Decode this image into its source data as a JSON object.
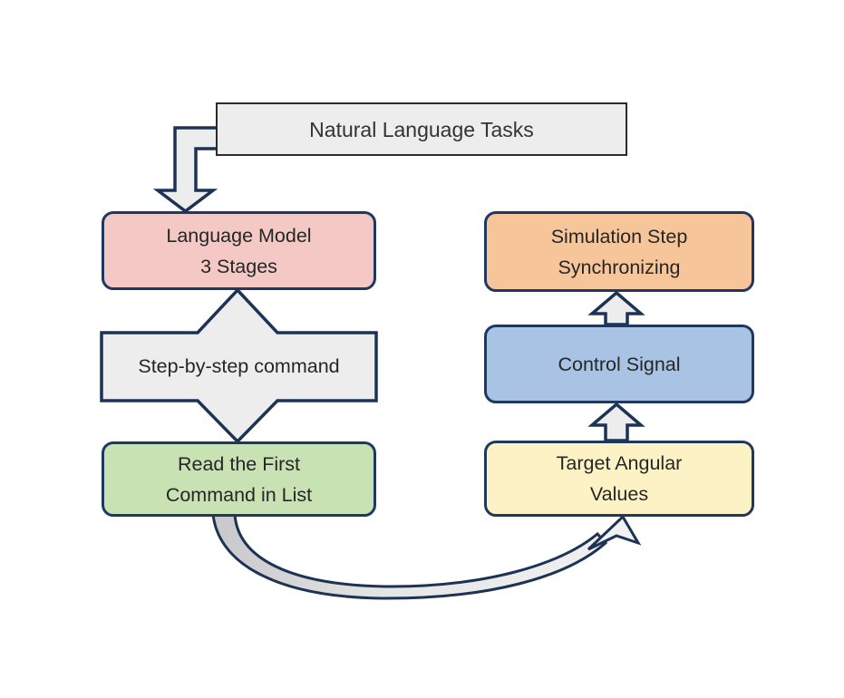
{
  "diagram": {
    "nodes": {
      "natural_language_tasks": {
        "label": "Natural Language Tasks",
        "fill": "#ededed",
        "border": "#2b2b2b"
      },
      "language_model": {
        "lines": [
          "Language Model",
          "3 Stages"
        ],
        "fill": "#f3c8c5",
        "border": "#1e3860"
      },
      "step_by_step": {
        "label": "Step-by-step command",
        "fill": "#ededed",
        "border": "#1d3356"
      },
      "read_first_command": {
        "lines": [
          "Read the First",
          "Command in List"
        ],
        "fill": "#c9e2b4",
        "border": "#1e3860"
      },
      "simulation_step": {
        "lines": [
          "Simulation Step",
          "Synchronizing"
        ],
        "fill": "#f7c59a",
        "border": "#1e3860"
      },
      "control_signal": {
        "label": "Control Signal",
        "fill": "#a9c3e4",
        "border": "#1e3860"
      },
      "target_angular": {
        "lines": [
          "Target Angular",
          "Values"
        ],
        "fill": "#fdf2c5",
        "border": "#1e3860"
      }
    },
    "arrows": [
      {
        "name": "elbow-arrow-down"
      },
      {
        "name": "bidirectional-arrow-through-step-box"
      },
      {
        "name": "up-arrow-target-to-control"
      },
      {
        "name": "up-arrow-control-to-simulation"
      },
      {
        "name": "curved-swoosh-arrow-left-to-right"
      }
    ],
    "colors": {
      "arrow_fill": "#ededed",
      "arrow_stroke": "#1d3356",
      "ribbon_start": "#c8c8cb",
      "ribbon_end": "#f0f0f0",
      "head_fill": "#f1f1f1",
      "background": "#ffffff",
      "text": "#262626"
    }
  }
}
